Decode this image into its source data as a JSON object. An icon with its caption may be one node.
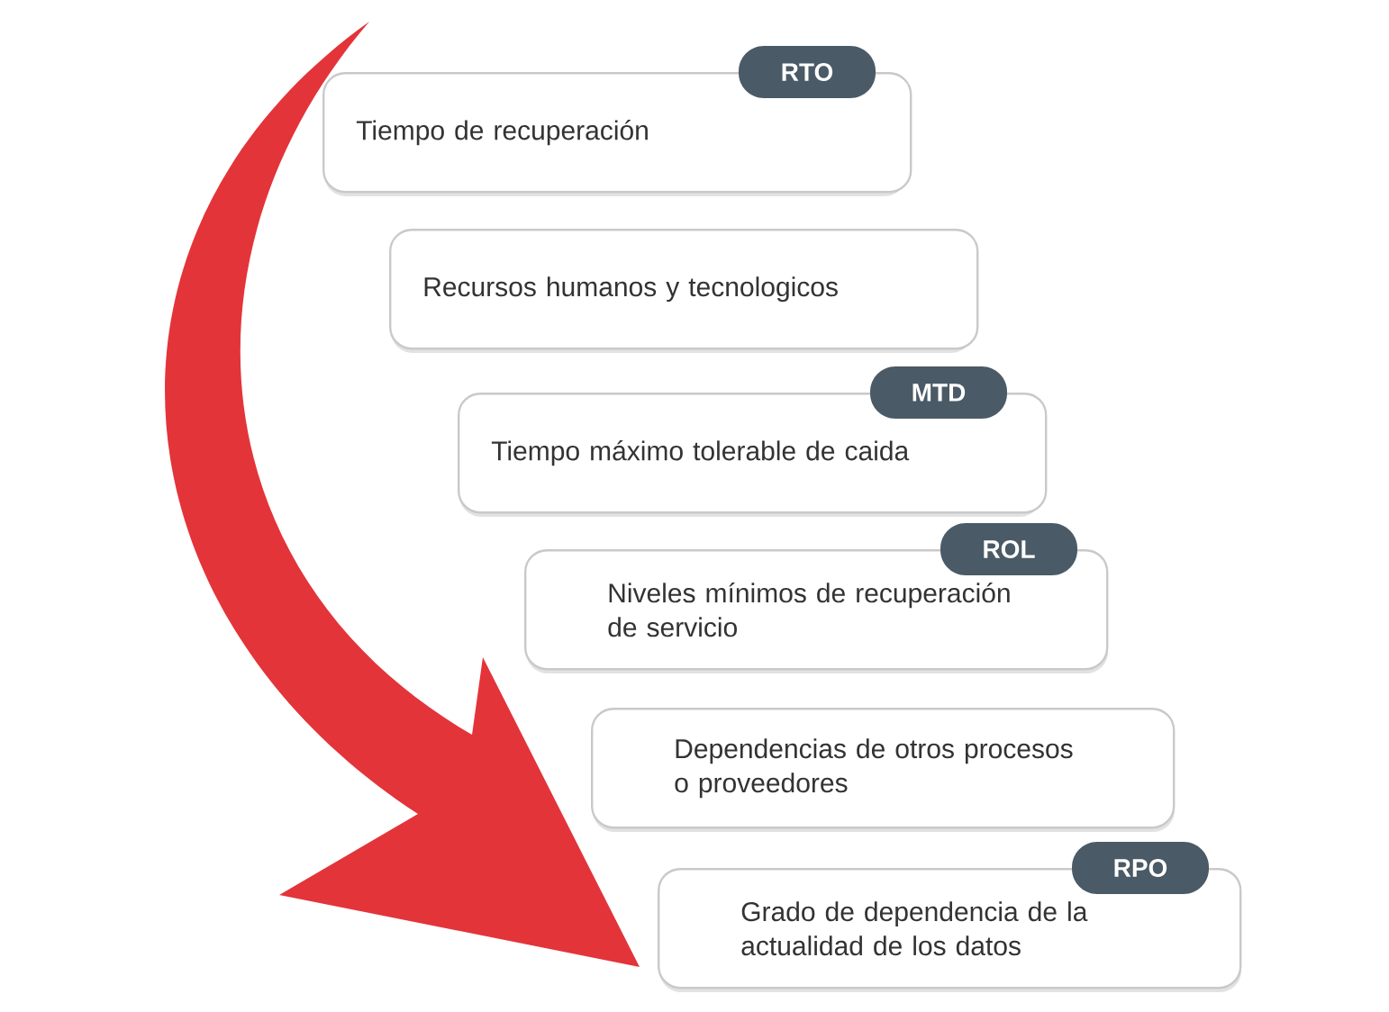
{
  "diagram": {
    "nodes": [
      {
        "text": [
          "Tiempo de recuperación"
        ]
      },
      {
        "text": [
          "RTO"
        ]
      },
      {
        "text": [
          "Recursos humanos y tecnologicos"
        ]
      },
      {
        "text": [
          "Tiempo máximo tolerable de caida"
        ]
      },
      {
        "text": [
          "MTD"
        ]
      },
      {
        "text": [
          "Niveles mínimos de recuperación de servicio"
        ]
      },
      {
        "text": [
          "ROL"
        ]
      },
      {
        "text": [
          "Dependencias de otros procesos o proveedores"
        ]
      },
      {
        "text": [
          "Grado de dependencia de la actualidad de los datos"
        ]
      },
      {
        "text": [
          "RPO"
        ]
      }
    ]
  }
}
